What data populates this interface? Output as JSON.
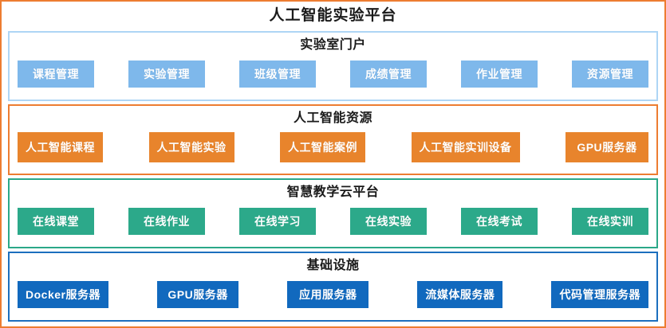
{
  "platform": {
    "title": "人工智能实验平台",
    "frame_color": "#ED7D31"
  },
  "sections": [
    {
      "id": "portal",
      "title": "实验室门户",
      "border_color": "#AED5F5",
      "chip_color": "#7EB8EB",
      "items": [
        {
          "label": "课程管理"
        },
        {
          "label": "实验管理"
        },
        {
          "label": "班级管理"
        },
        {
          "label": "成绩管理"
        },
        {
          "label": "作业管理"
        },
        {
          "label": "资源管理"
        }
      ]
    },
    {
      "id": "resources",
      "title": "人工智能资源",
      "border_color": "#ED7D31",
      "chip_color": "#E8842C",
      "items": [
        {
          "label": "人工智能课程"
        },
        {
          "label": "人工智能实验"
        },
        {
          "label": "人工智能案例"
        },
        {
          "label": "人工智能实训设备"
        },
        {
          "label": "GPU服务器"
        }
      ]
    },
    {
      "id": "cloud",
      "title": "智慧教学云平台",
      "border_color": "#2BA888",
      "chip_color": "#2CA98A",
      "items": [
        {
          "label": "在线课堂"
        },
        {
          "label": "在线作业"
        },
        {
          "label": "在线学习"
        },
        {
          "label": "在线实验"
        },
        {
          "label": "在线考试"
        },
        {
          "label": "在线实训"
        }
      ]
    },
    {
      "id": "infra",
      "title": "基础设施",
      "border_color": "#1C6FBE",
      "chip_color": "#1169BE",
      "items": [
        {
          "label": "Docker服务器"
        },
        {
          "label": "GPU服务器"
        },
        {
          "label": "应用服务器"
        },
        {
          "label": "流媒体服务器"
        },
        {
          "label": "代码管理服务器"
        }
      ]
    }
  ]
}
